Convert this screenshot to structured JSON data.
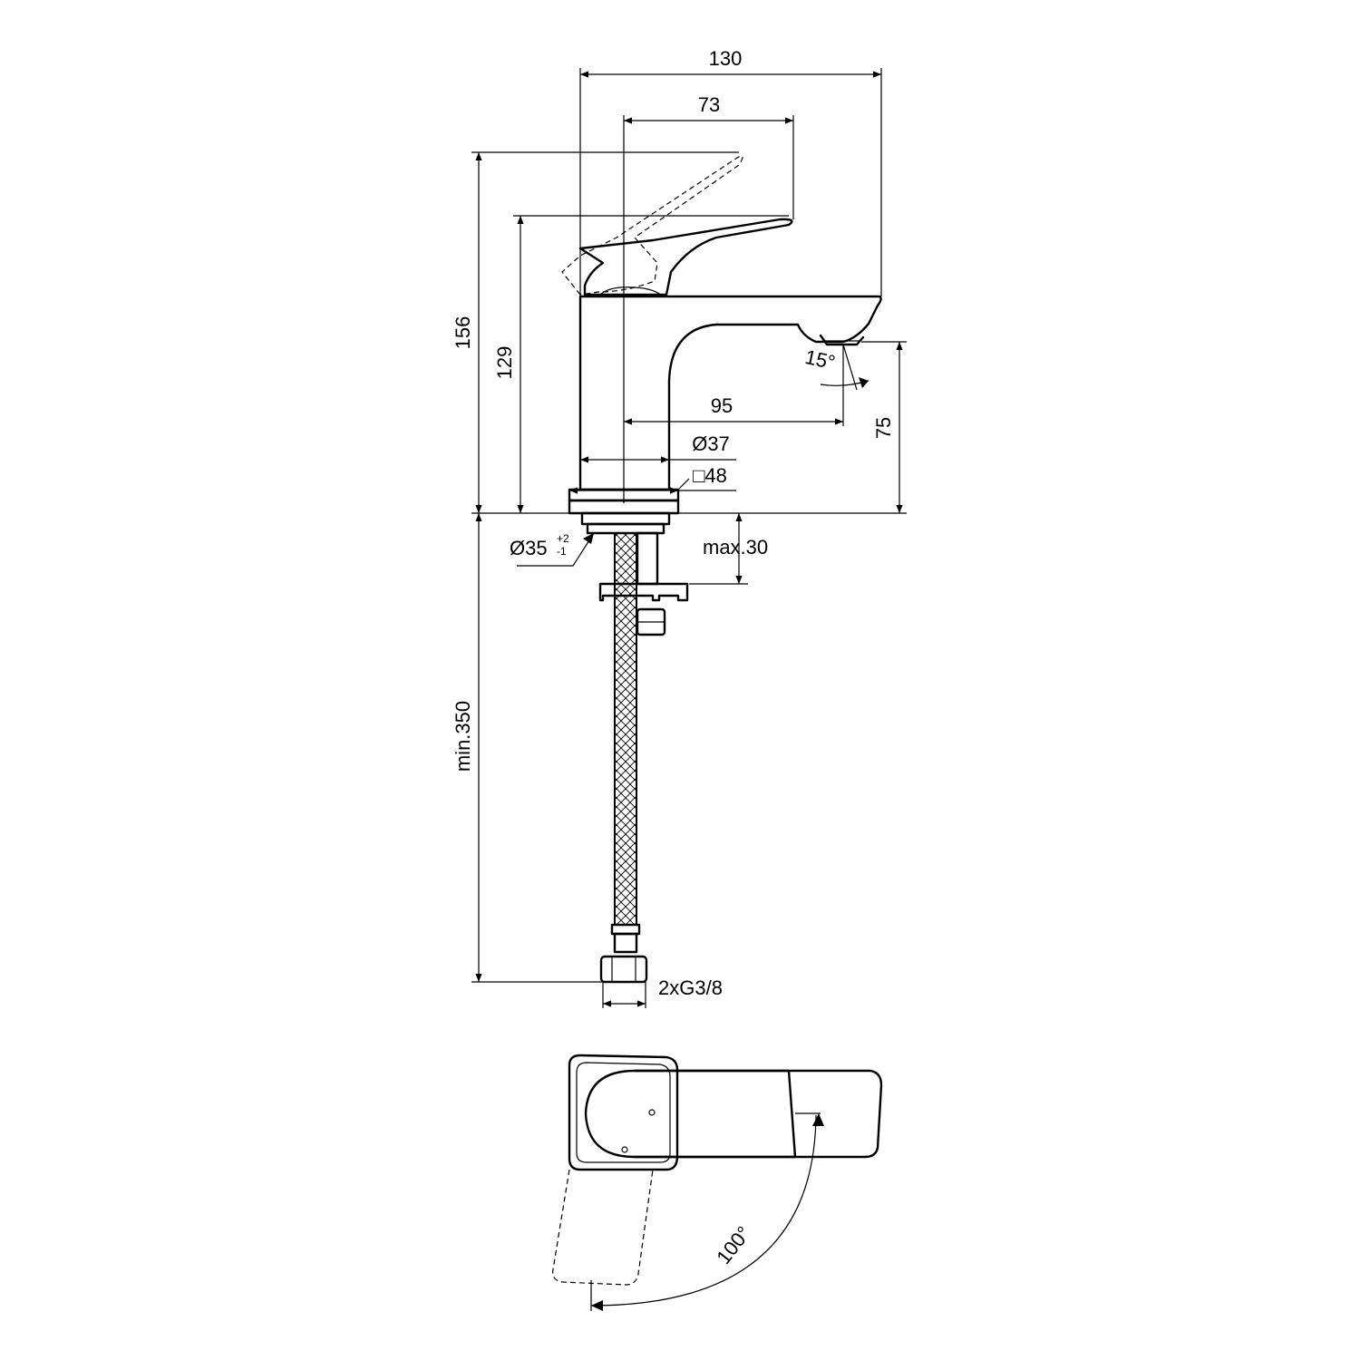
{
  "dimensions": {
    "overall_width": "130",
    "lever_reach": "73",
    "total_height": "156",
    "lever_height": "129",
    "spout_height": "75",
    "spout_projection": "95",
    "body_diameter": "Ø37",
    "base_square": "□48",
    "hole_diameter": "Ø35",
    "hole_tol_plus": "+2",
    "hole_tol_minus": "-1",
    "max_deck": "max.30",
    "hose_length": "min.350",
    "connection": "2xG3/8",
    "jet_angle": "15°",
    "rotation_angle": "100°"
  },
  "colors": {
    "line": "#000000",
    "background": "#ffffff"
  }
}
